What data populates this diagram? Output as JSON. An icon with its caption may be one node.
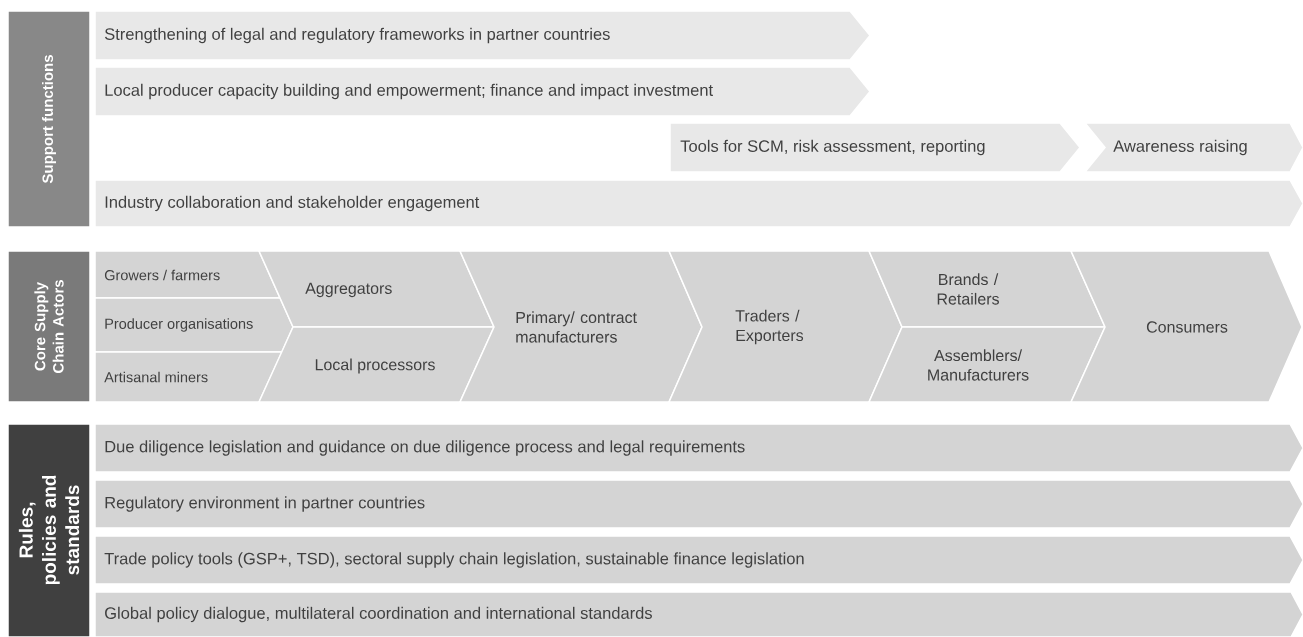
{
  "diagram": {
    "nodes": [
      {
        "text": [
          "Support functions"
        ]
      },
      {
        "text": [
          "Strengthening of legal and regulatory frameworks in partner countries"
        ]
      },
      {
        "text": [
          "Local producer capacity building and empowerment; finance and impact investment"
        ]
      },
      {
        "text": [
          "Tools for SCM, risk assessment, reporting"
        ]
      },
      {
        "text": [
          "Awareness raising"
        ]
      },
      {
        "text": [
          "Industry collaboration and stakeholder engagement"
        ]
      },
      {
        "text": [
          "Core Supply Chain Actors"
        ]
      },
      {
        "text": [
          "Growers / farmers"
        ]
      },
      {
        "text": [
          "Producer organisations"
        ]
      },
      {
        "text": [
          "Artisanal miners"
        ]
      },
      {
        "text": [
          "Aggregators"
        ]
      },
      {
        "text": [
          "Local processors"
        ]
      },
      {
        "text": [
          "Primary/ contract manufacturers"
        ]
      },
      {
        "text": [
          "Traders / Exporters"
        ]
      },
      {
        "text": [
          "Brands / Retailers"
        ]
      },
      {
        "text": [
          "Assemblers/ Manufacturers"
        ]
      },
      {
        "text": [
          "Consumers"
        ]
      },
      {
        "text": [
          "Rules, policies and standards"
        ]
      },
      {
        "text": [
          "Due diligence legislation and guidance on due diligence process and legal requirements"
        ]
      },
      {
        "text": [
          "Regulatory environment in partner countries"
        ]
      },
      {
        "text": [
          "Trade policy tools (GSP+, TSD), sectoral supply chain legislation, sustainable finance legislation"
        ]
      },
      {
        "text": [
          "Global policy dialogue, multilateral coordination and international standards"
        ]
      }
    ]
  }
}
